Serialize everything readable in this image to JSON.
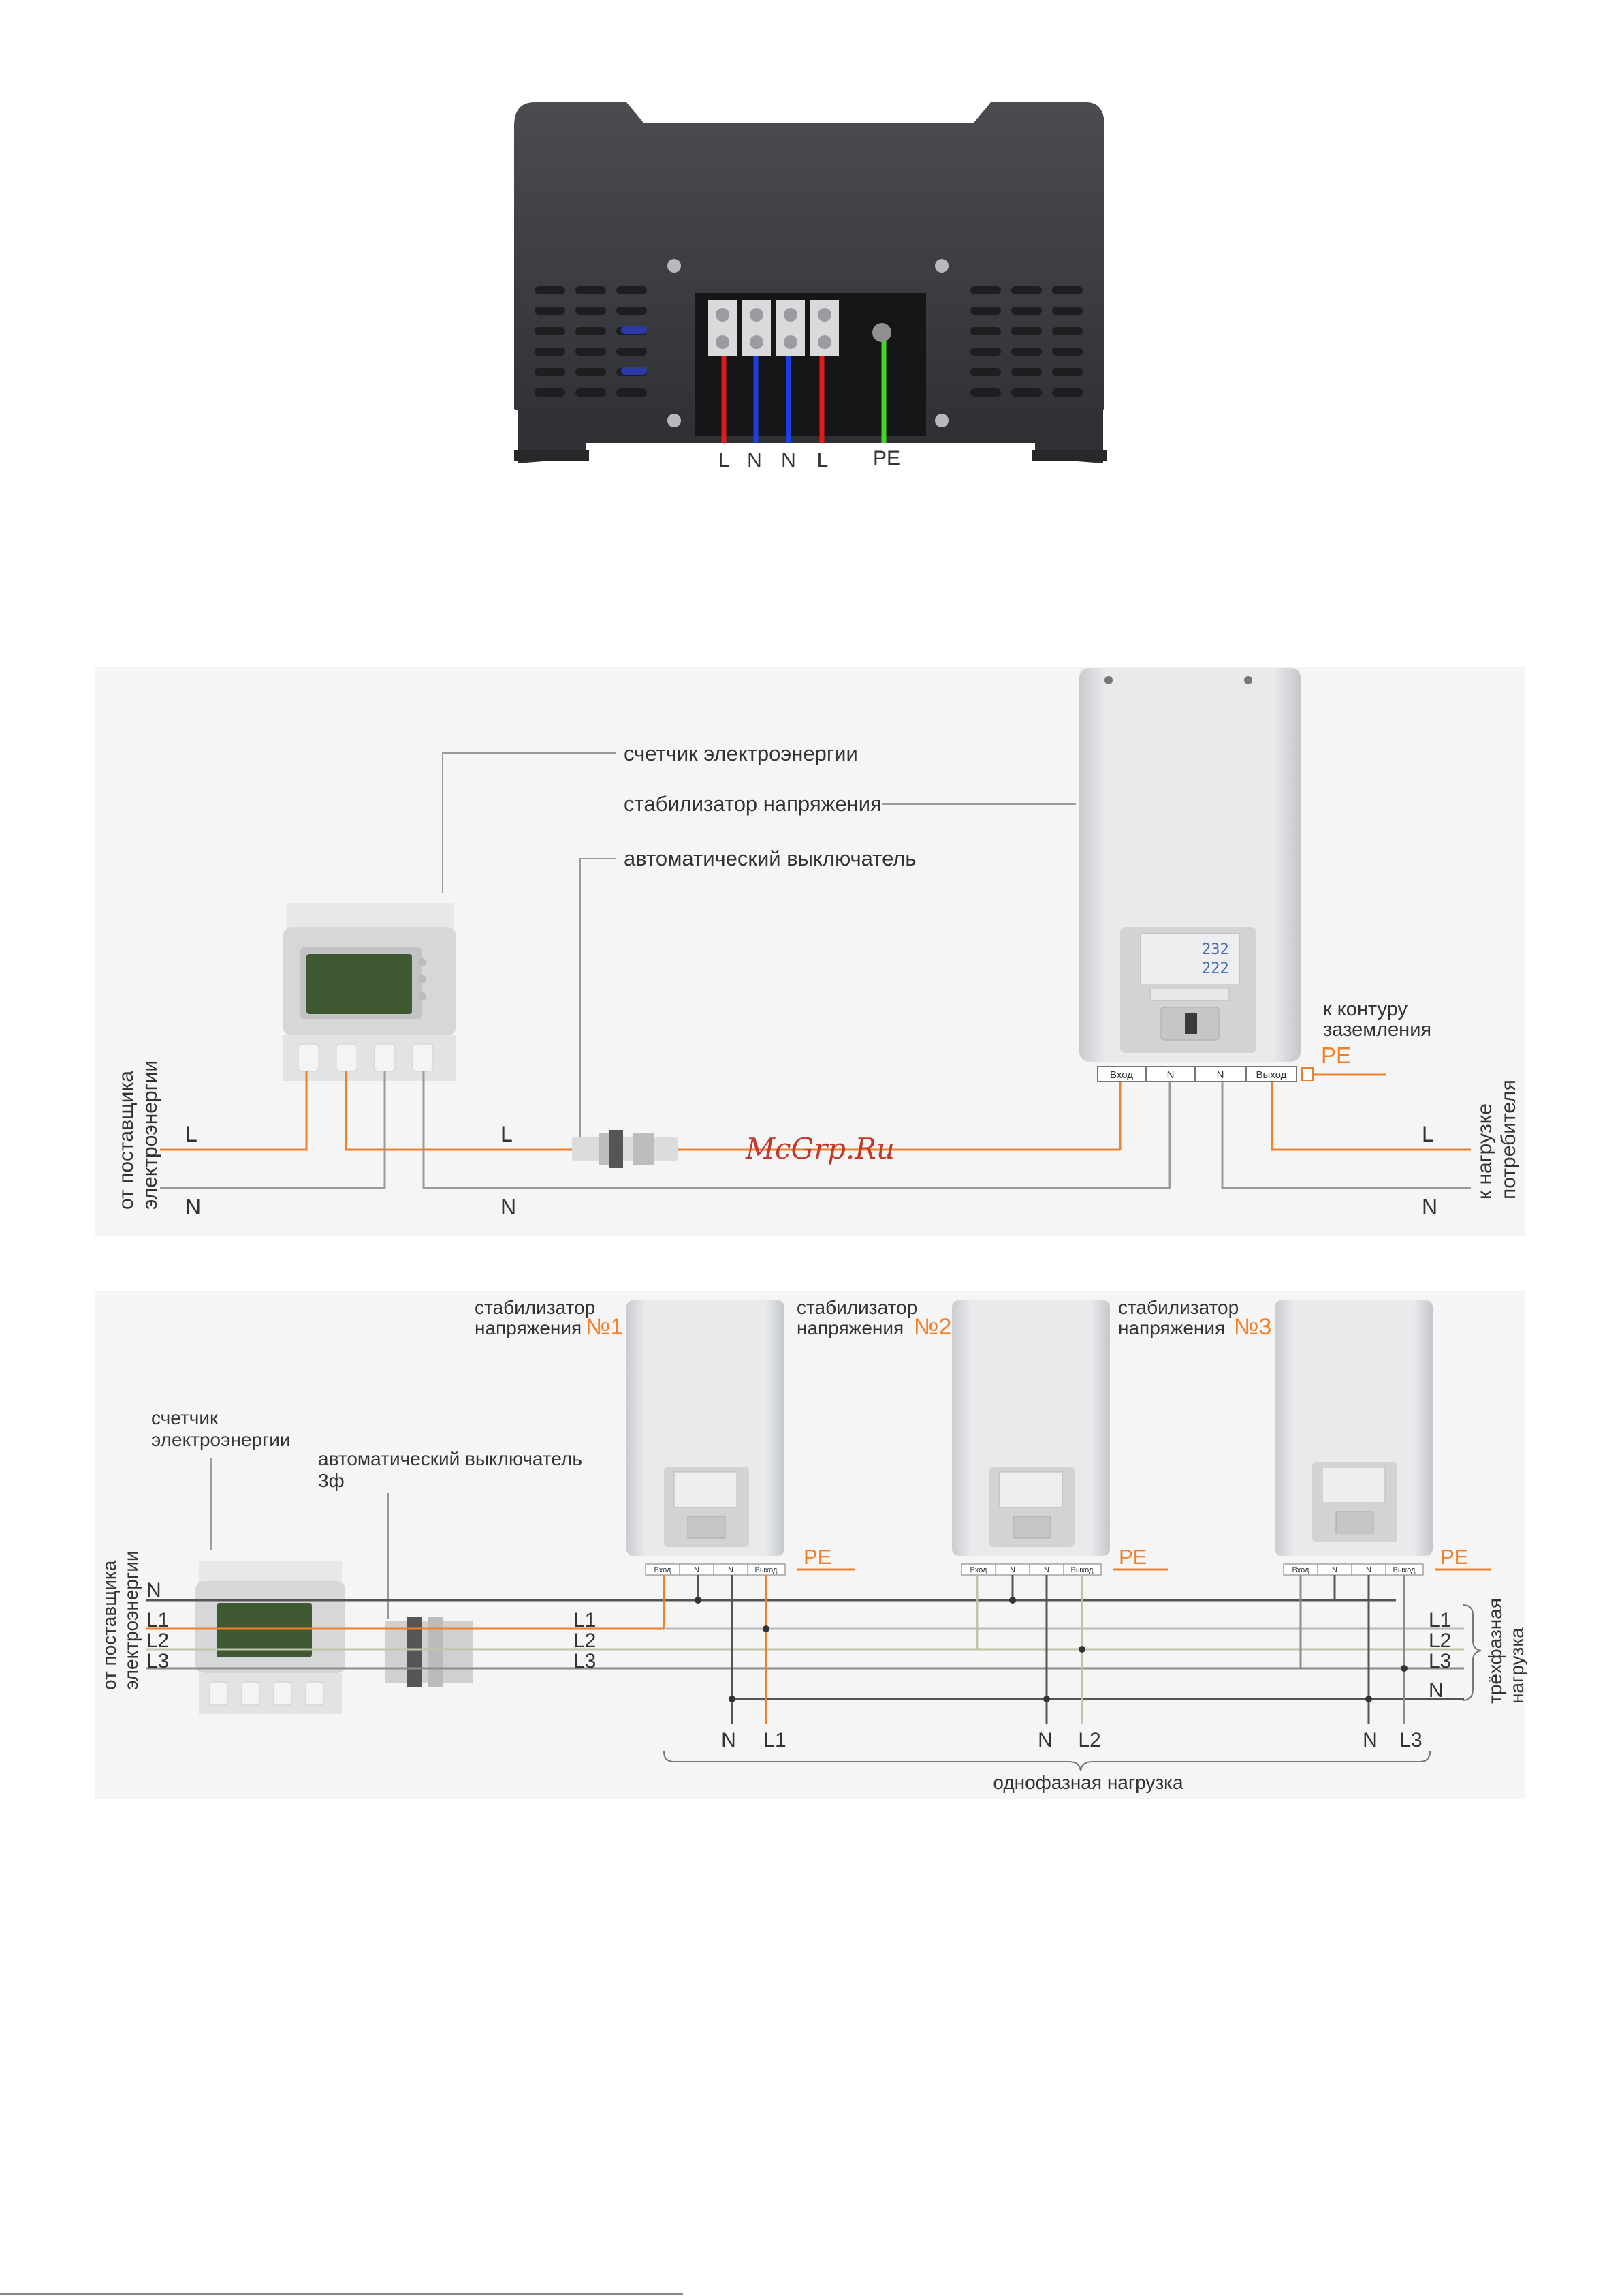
{
  "terminal_photo": {
    "labels": [
      "L",
      "N",
      "N",
      "L",
      "PE"
    ]
  },
  "diagram1": {
    "callouts": {
      "meter": "счетчик электроэнергии",
      "stabilizer": "стабилизатор напряжения",
      "breaker": "автоматический выключатель"
    },
    "from_supplier": "от поставщика электроэнергии",
    "to_load": "к нагрузке потребителя",
    "ground_label": "к контуру заземления",
    "pe": "PE",
    "terminals": [
      "Вход",
      "N",
      "N",
      "Выход"
    ],
    "wires": {
      "L": "L",
      "N": "N"
    },
    "display": {
      "top": "232",
      "bottom": "222"
    },
    "watermark": "McGrp.Ru"
  },
  "diagram2": {
    "meter": "счетчик электроэнергии",
    "breaker": "автоматический выключатель 3ф",
    "from_supplier": "от поставщика электроэнергии",
    "stabilizer_label": "стабилизатор напряжения",
    "stabilizers": [
      "№1",
      "№2",
      "№3"
    ],
    "pe": "PE",
    "terminals": [
      "Вход",
      "N",
      "N",
      "Выход"
    ],
    "inputs": [
      "N",
      "L1",
      "L2",
      "L3"
    ],
    "mid_labels": [
      "L1",
      "L2",
      "L3"
    ],
    "outputs": [
      "L1",
      "L2",
      "L3",
      "N"
    ],
    "three_phase_load": "трёхфазная нагрузка",
    "single_phase": [
      {
        "n": "N",
        "l": "L1"
      },
      {
        "n": "N",
        "l": "L2"
      },
      {
        "n": "N",
        "l": "L3"
      }
    ],
    "single_phase_load": "однофазная нагрузка"
  }
}
